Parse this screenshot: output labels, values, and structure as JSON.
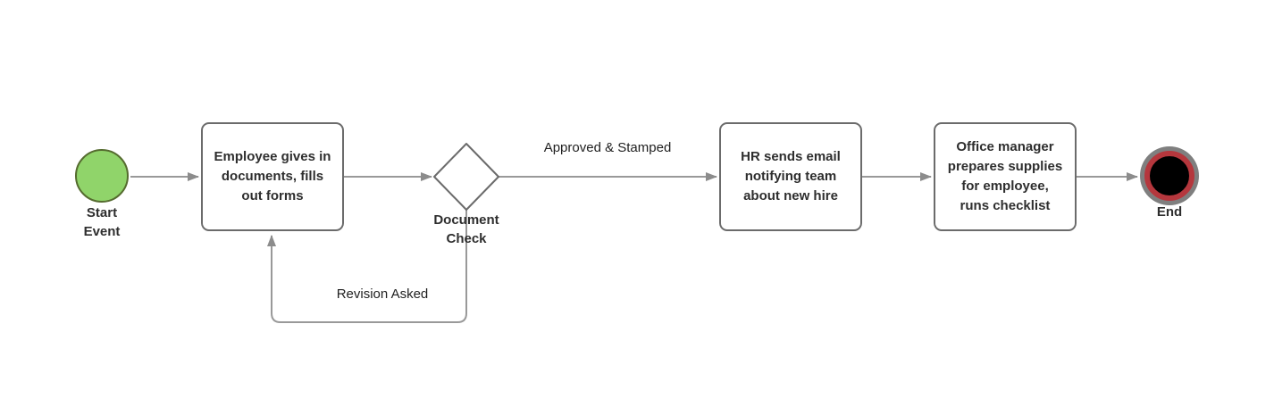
{
  "diagram": {
    "type": "flowchart",
    "nodes": {
      "start": {
        "label": "Start\nEvent",
        "shape": "circle"
      },
      "employee_docs": {
        "label": "Employee gives in\ndocuments, fills\nout forms",
        "shape": "rounded-rectangle"
      },
      "document_check": {
        "label": "Document\nCheck",
        "shape": "diamond"
      },
      "hr_email": {
        "label": "HR sends email\nnotifying team\nabout new hire",
        "shape": "rounded-rectangle"
      },
      "office_manager": {
        "label": "Office manager\nprepares supplies\nfor employee,\nruns checklist",
        "shape": "rounded-rectangle"
      },
      "end": {
        "label": "End",
        "shape": "circle"
      }
    },
    "edges": {
      "approved": {
        "label": "Approved & Stamped",
        "from": "document_check",
        "to": "hr_email"
      },
      "revision": {
        "label": "Revision Asked",
        "from": "document_check",
        "to": "employee_docs"
      }
    },
    "colors": {
      "canvas_bg": "#ffffff",
      "start_fill": "#90d46a",
      "start_border": "#556b2f",
      "end_outer": "#7f7f7f",
      "end_ring": "#b5373d",
      "end_center": "#000000",
      "node_fill": "#ffffff",
      "node_border": "#6b6b6b",
      "node_text": "#2e2e2e",
      "edge": "#999999",
      "edge_head": "#8c8c8c",
      "edge_text": "#1f1f1f"
    }
  }
}
